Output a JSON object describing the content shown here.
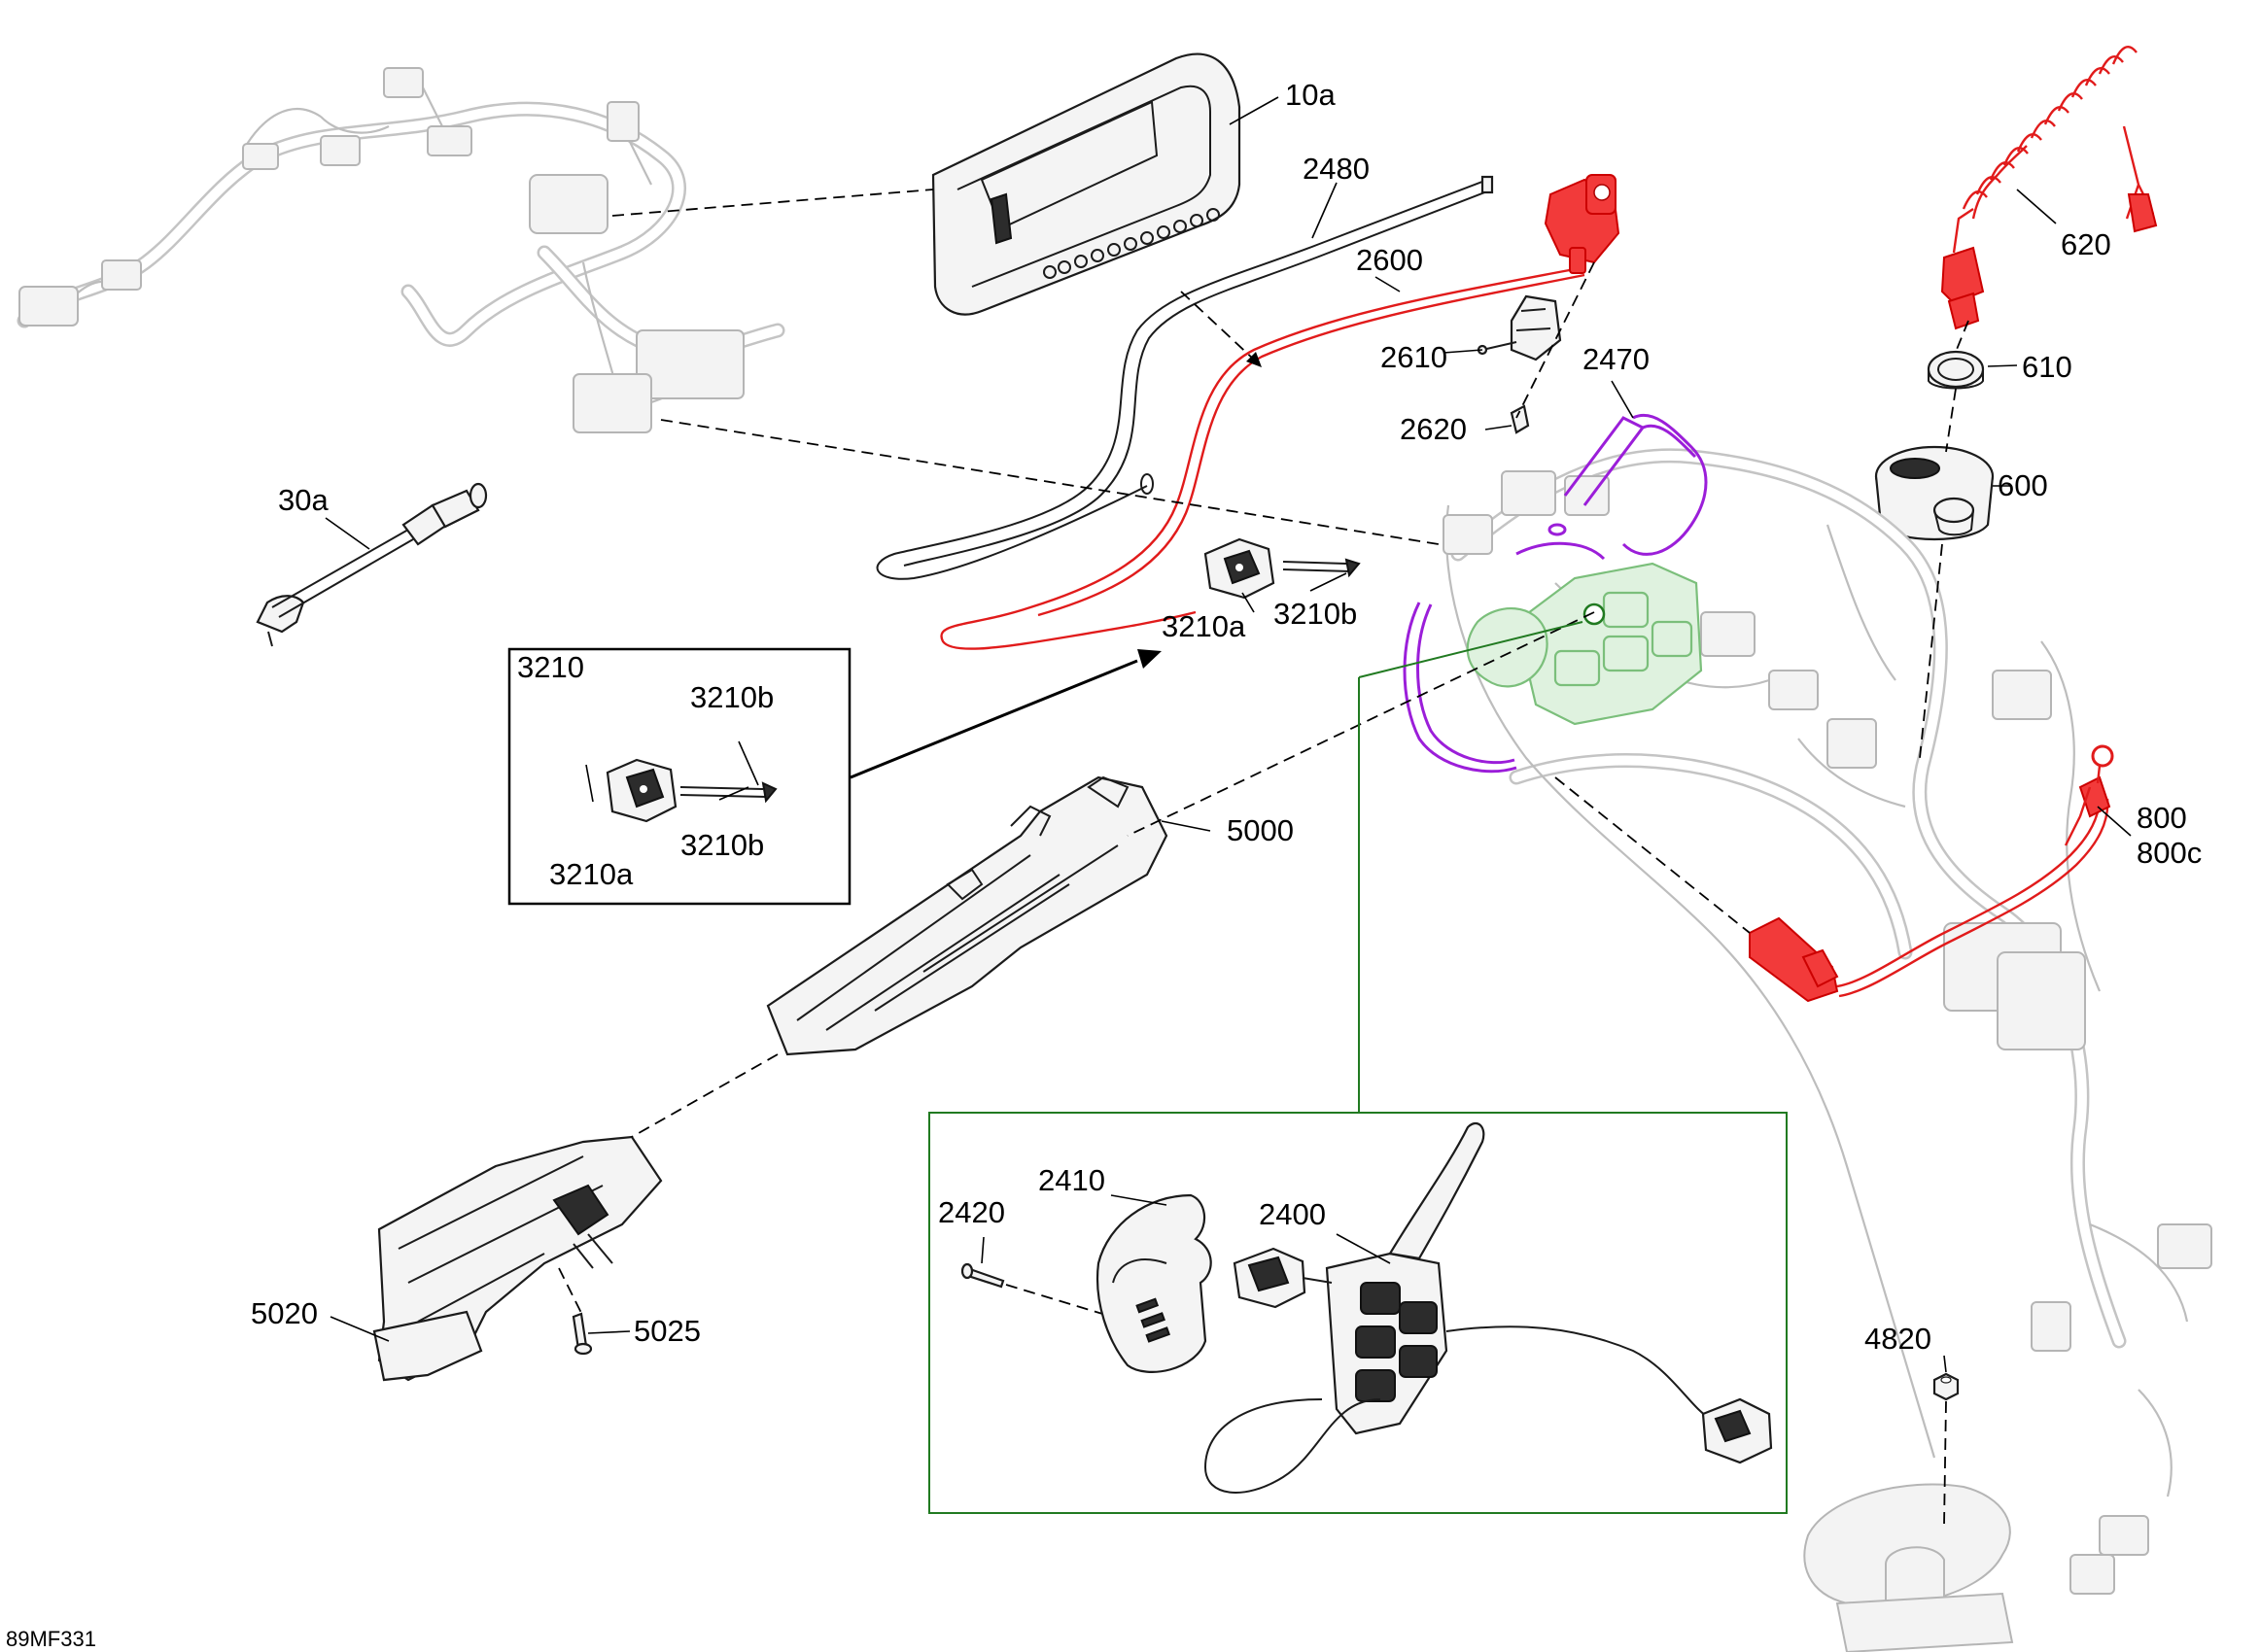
{
  "diagram_code": "89MF331",
  "callouts": {
    "c10a": "10a",
    "c2480": "2480",
    "c2600": "2600",
    "c2610": "2610",
    "c2620": "2620",
    "c2470": "2470",
    "c620": "620",
    "c610": "610",
    "c600": "600",
    "c30a": "30a",
    "c3210a": "3210a",
    "c3210b": "3210b",
    "c5000": "5000",
    "c800": "800",
    "c800c": "800c",
    "c5020": "5020",
    "c5025": "5025",
    "c4820": "4820"
  },
  "inset_connector": {
    "title": "3210",
    "label_a": "3210a",
    "label_b_top": "3210b",
    "label_b_bottom": "3210b"
  },
  "inset_switch": {
    "c2420": "2420",
    "c2410": "2410",
    "c2400": "2400"
  },
  "colors": {
    "highlight_red": "#e11b1b",
    "highlight_purple": "#9b1ed9",
    "highlight_green": "#7bbf7b",
    "inset_frame_green": "#217a21",
    "ghost_gray": "#bdbdbd"
  }
}
